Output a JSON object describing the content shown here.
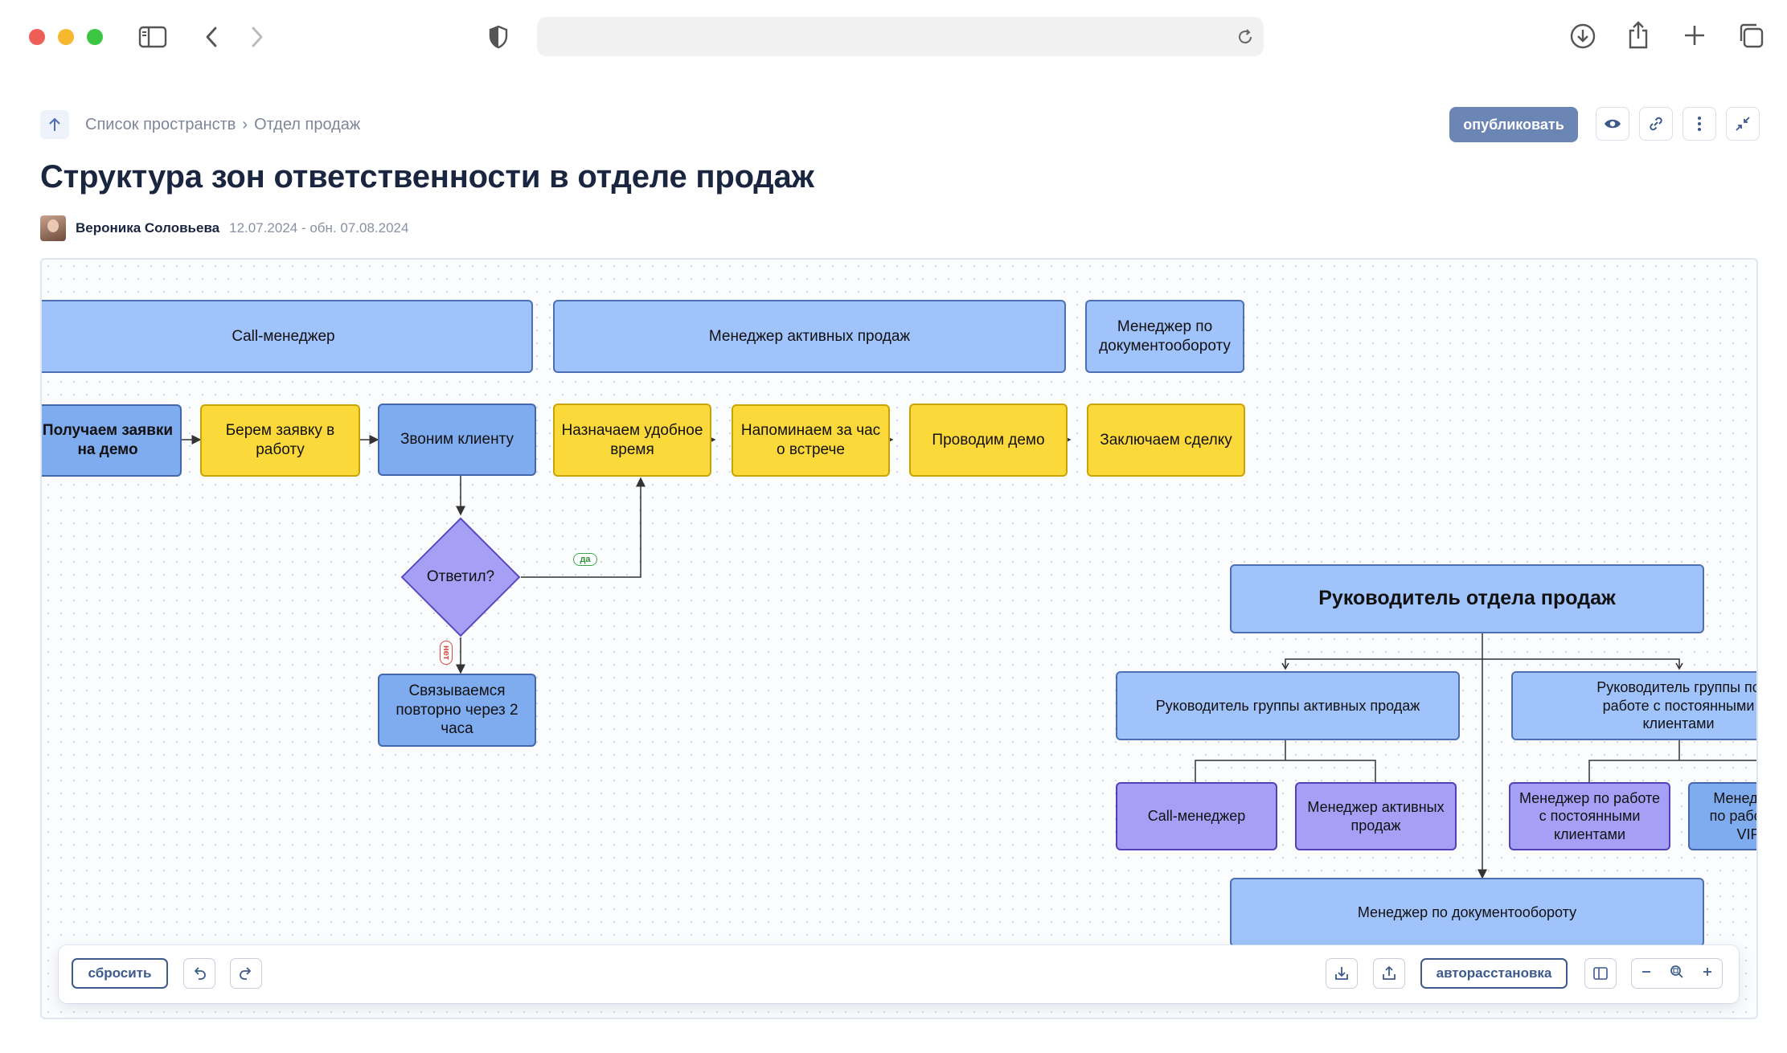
{
  "browser": {
    "traffic_lights": {
      "close": "#ee5e57",
      "minimize": "#f5b82e",
      "zoom": "#3cc542"
    },
    "icons": [
      "sidebar-icon",
      "back-icon",
      "forward-icon",
      "shield-icon",
      "reload-icon",
      "download-icon",
      "share-icon",
      "new-tab-icon",
      "tabs-overview-icon"
    ]
  },
  "breadcrumb": {
    "up_icon": "arrow-up-icon",
    "items": [
      "Список пространств",
      "Отдел продаж"
    ],
    "separator": "›"
  },
  "page": {
    "title": "Структура зон ответственности в отделе продаж",
    "author": "Вероника Соловьева",
    "dates": "12.07.2024 - обн. 07.08.2024"
  },
  "actions": {
    "publish_label": "опубликовать",
    "publish_color": "#6b86b5",
    "icons": [
      "eye-icon",
      "link-icon",
      "more-vertical-icon",
      "collapse-icon"
    ]
  },
  "diagram": {
    "lanes": {
      "call_manager": "Call-менеджер",
      "active_sales": "Менеджер активных продаж",
      "docs": "Менеджер по документообороту"
    },
    "flow": {
      "receive": "Получаем заявки на демо",
      "take": "Берем заявку в работу",
      "call": "Звоним клиенту",
      "decision": "Ответил?",
      "yes": "да",
      "no": "нет",
      "recall": "Связываемся повторно через 2 часа",
      "schedule": "Назначаем удобное время",
      "remind": "Напоминаем за час о встрече",
      "demo": "Проводим демо",
      "deal": "Заключаем сделку"
    },
    "org": {
      "head": "Руководитель отдела продаж",
      "active_lead": "Руководитель группы активных продаж",
      "regular_lead": "Руководитель группы по работе с постоянными клиентами",
      "call_manager": "Call-менеджер",
      "active_manager": "Менеджер активных продаж",
      "regular_manager": "Менеджер по работе с постоянными клиентами",
      "vip_manager": "Менеджер по работе с VIP",
      "docs_manager": "Менеджер по документообороту"
    },
    "colors": {
      "blue": "#a0c3fb",
      "blue_dark": "#7fabef",
      "yellow": "#fcd93a",
      "purple": "#a5a0f6"
    }
  },
  "toolbar": {
    "reset_label": "сбросить",
    "auto_layout_label": "авторасстановка",
    "icons": [
      "undo-icon",
      "redo-icon",
      "download-icon",
      "upload-icon",
      "panel-icon",
      "zoom-out-icon",
      "zoom-fit-icon",
      "zoom-in-icon"
    ]
  }
}
